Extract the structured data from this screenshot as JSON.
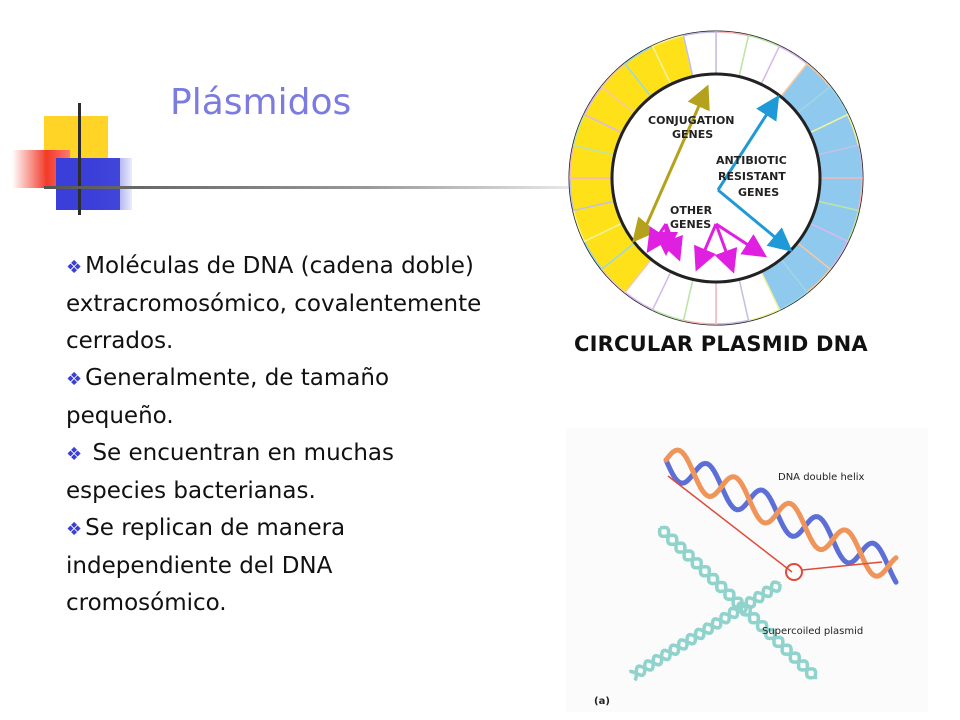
{
  "slide": {
    "title": "Plásmidos",
    "bullets": [
      "Moléculas de DNA (cadena doble) extracromosómico, covalentemente cerrados.",
      "Generalmente, de tamaño pequeño.",
      " Se encuentran en muchas especies bacterianas.",
      "Se replican de manera independiente del DNA cromosómico."
    ],
    "bullet_marker": "❖"
  },
  "plasmid_figure": {
    "labels": {
      "conjugation": "CONJUGATION",
      "conjugation2": "GENES",
      "antibiotic": "ANTIBIOTIC",
      "antibiotic2": "RESISTANT",
      "antibiotic3": "GENES",
      "other": "OTHER",
      "other2": "GENES"
    },
    "caption": "CIRCULAR PLASMID DNA"
  },
  "dna_figure": {
    "helix_label": "DNA double helix",
    "supercoil_label": "Supercoiled plasmid",
    "panel_letter": "(a)"
  },
  "colors": {
    "title": "#7b7be0",
    "bullet_marker": "#3b3fd9",
    "conjugation_arrow": "#b5a21c",
    "antibiotic_arrow": "#1f9ad6",
    "other_arrow": "#e020e0",
    "ring_yellow": "#ffe11a",
    "ring_blue": "#8fc9ee"
  }
}
